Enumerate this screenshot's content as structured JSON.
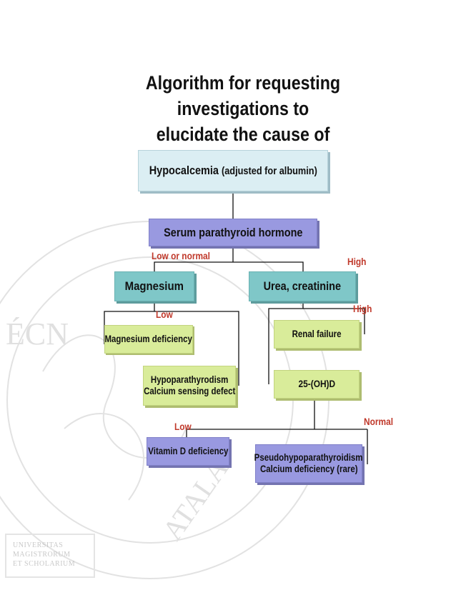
{
  "title": {
    "line1": "Algorithm for requesting investigations to",
    "line2": "elucidate the cause of hypocalcemia"
  },
  "nodes": {
    "hypocalcemia": {
      "main": "Hypocalcemia",
      "sub": "(adjusted for albumin)"
    },
    "pth": {
      "label": "Serum parathyroid hormone"
    },
    "magnesium": {
      "label": "Magnesium"
    },
    "urea": {
      "label": "Urea, creatinine"
    },
    "mg_deficiency": {
      "label": "Magnesium deficiency"
    },
    "renal_failure": {
      "label": "Renal failure"
    },
    "hypopara": {
      "line1": "Hypoparathyrodism",
      "line2": "Calcium sensing defect"
    },
    "vitd_25": {
      "label": "25-(OH)D"
    },
    "vitd_deficiency": {
      "label": "Vitamin D deficiency"
    },
    "pseudo": {
      "line1": "Pseudohypoparathyroidism",
      "line2": "Calcium deficiency (rare)"
    }
  },
  "edge_labels": {
    "low_or_normal": "Low or normal",
    "high_1": "High",
    "low_1": "Low",
    "high_2": "High",
    "low_2": "Low",
    "normal": "Normal"
  },
  "watermark": {
    "seal_line1": "UNIVERSITAS",
    "seal_line2": "MAGISTRORUM",
    "seal_line3": "ET SCHOLARIUM"
  },
  "colors": {
    "light_blue": "#dbeef3",
    "purple": "#9999e0",
    "teal": "#7fc7c8",
    "green": "#d9ec9a",
    "condition_red": "#c0392b"
  }
}
